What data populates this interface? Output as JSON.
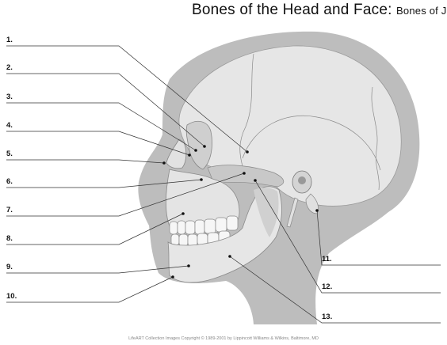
{
  "title": {
    "main": "Bones of the Head and Face: ",
    "sub": "Bones of Jaw"
  },
  "labels": [
    "1.",
    "2.",
    "3.",
    "4.",
    "5.",
    "6.",
    "7.",
    "8.",
    "9.",
    "10.",
    "11.",
    "12.",
    "13."
  ],
  "copyright": "LifeART Collection Images Copyright © 1989-2001 by Lippincott Williams & Wilkins, Baltimore, MD",
  "colors": {
    "head_silhouette": "#bdbdbd",
    "bone": "#e8e8e8",
    "bone_shadow": "#c9c9c9",
    "line": "#333333"
  }
}
